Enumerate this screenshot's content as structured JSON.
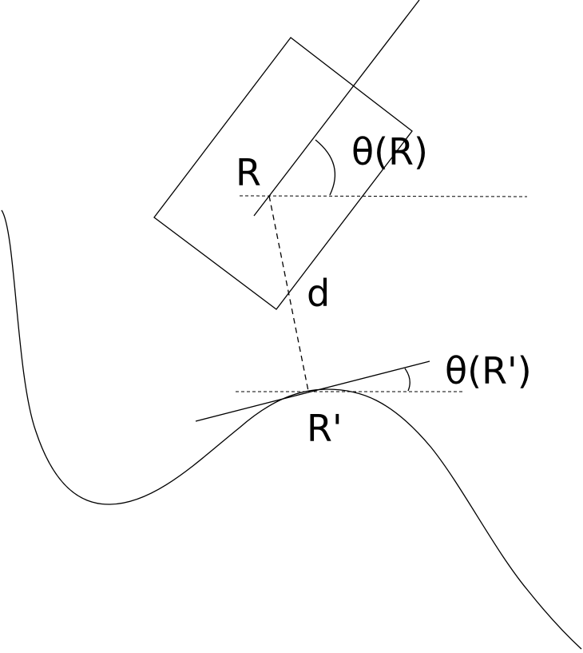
{
  "labels": {
    "point_r": "R",
    "angle_r": "θ(R)",
    "distance": "d",
    "angle_r_prime": "θ(R')",
    "point_r_prime": "R'"
  },
  "colors": {
    "stroke": "#000000",
    "background": "#ffffff"
  }
}
